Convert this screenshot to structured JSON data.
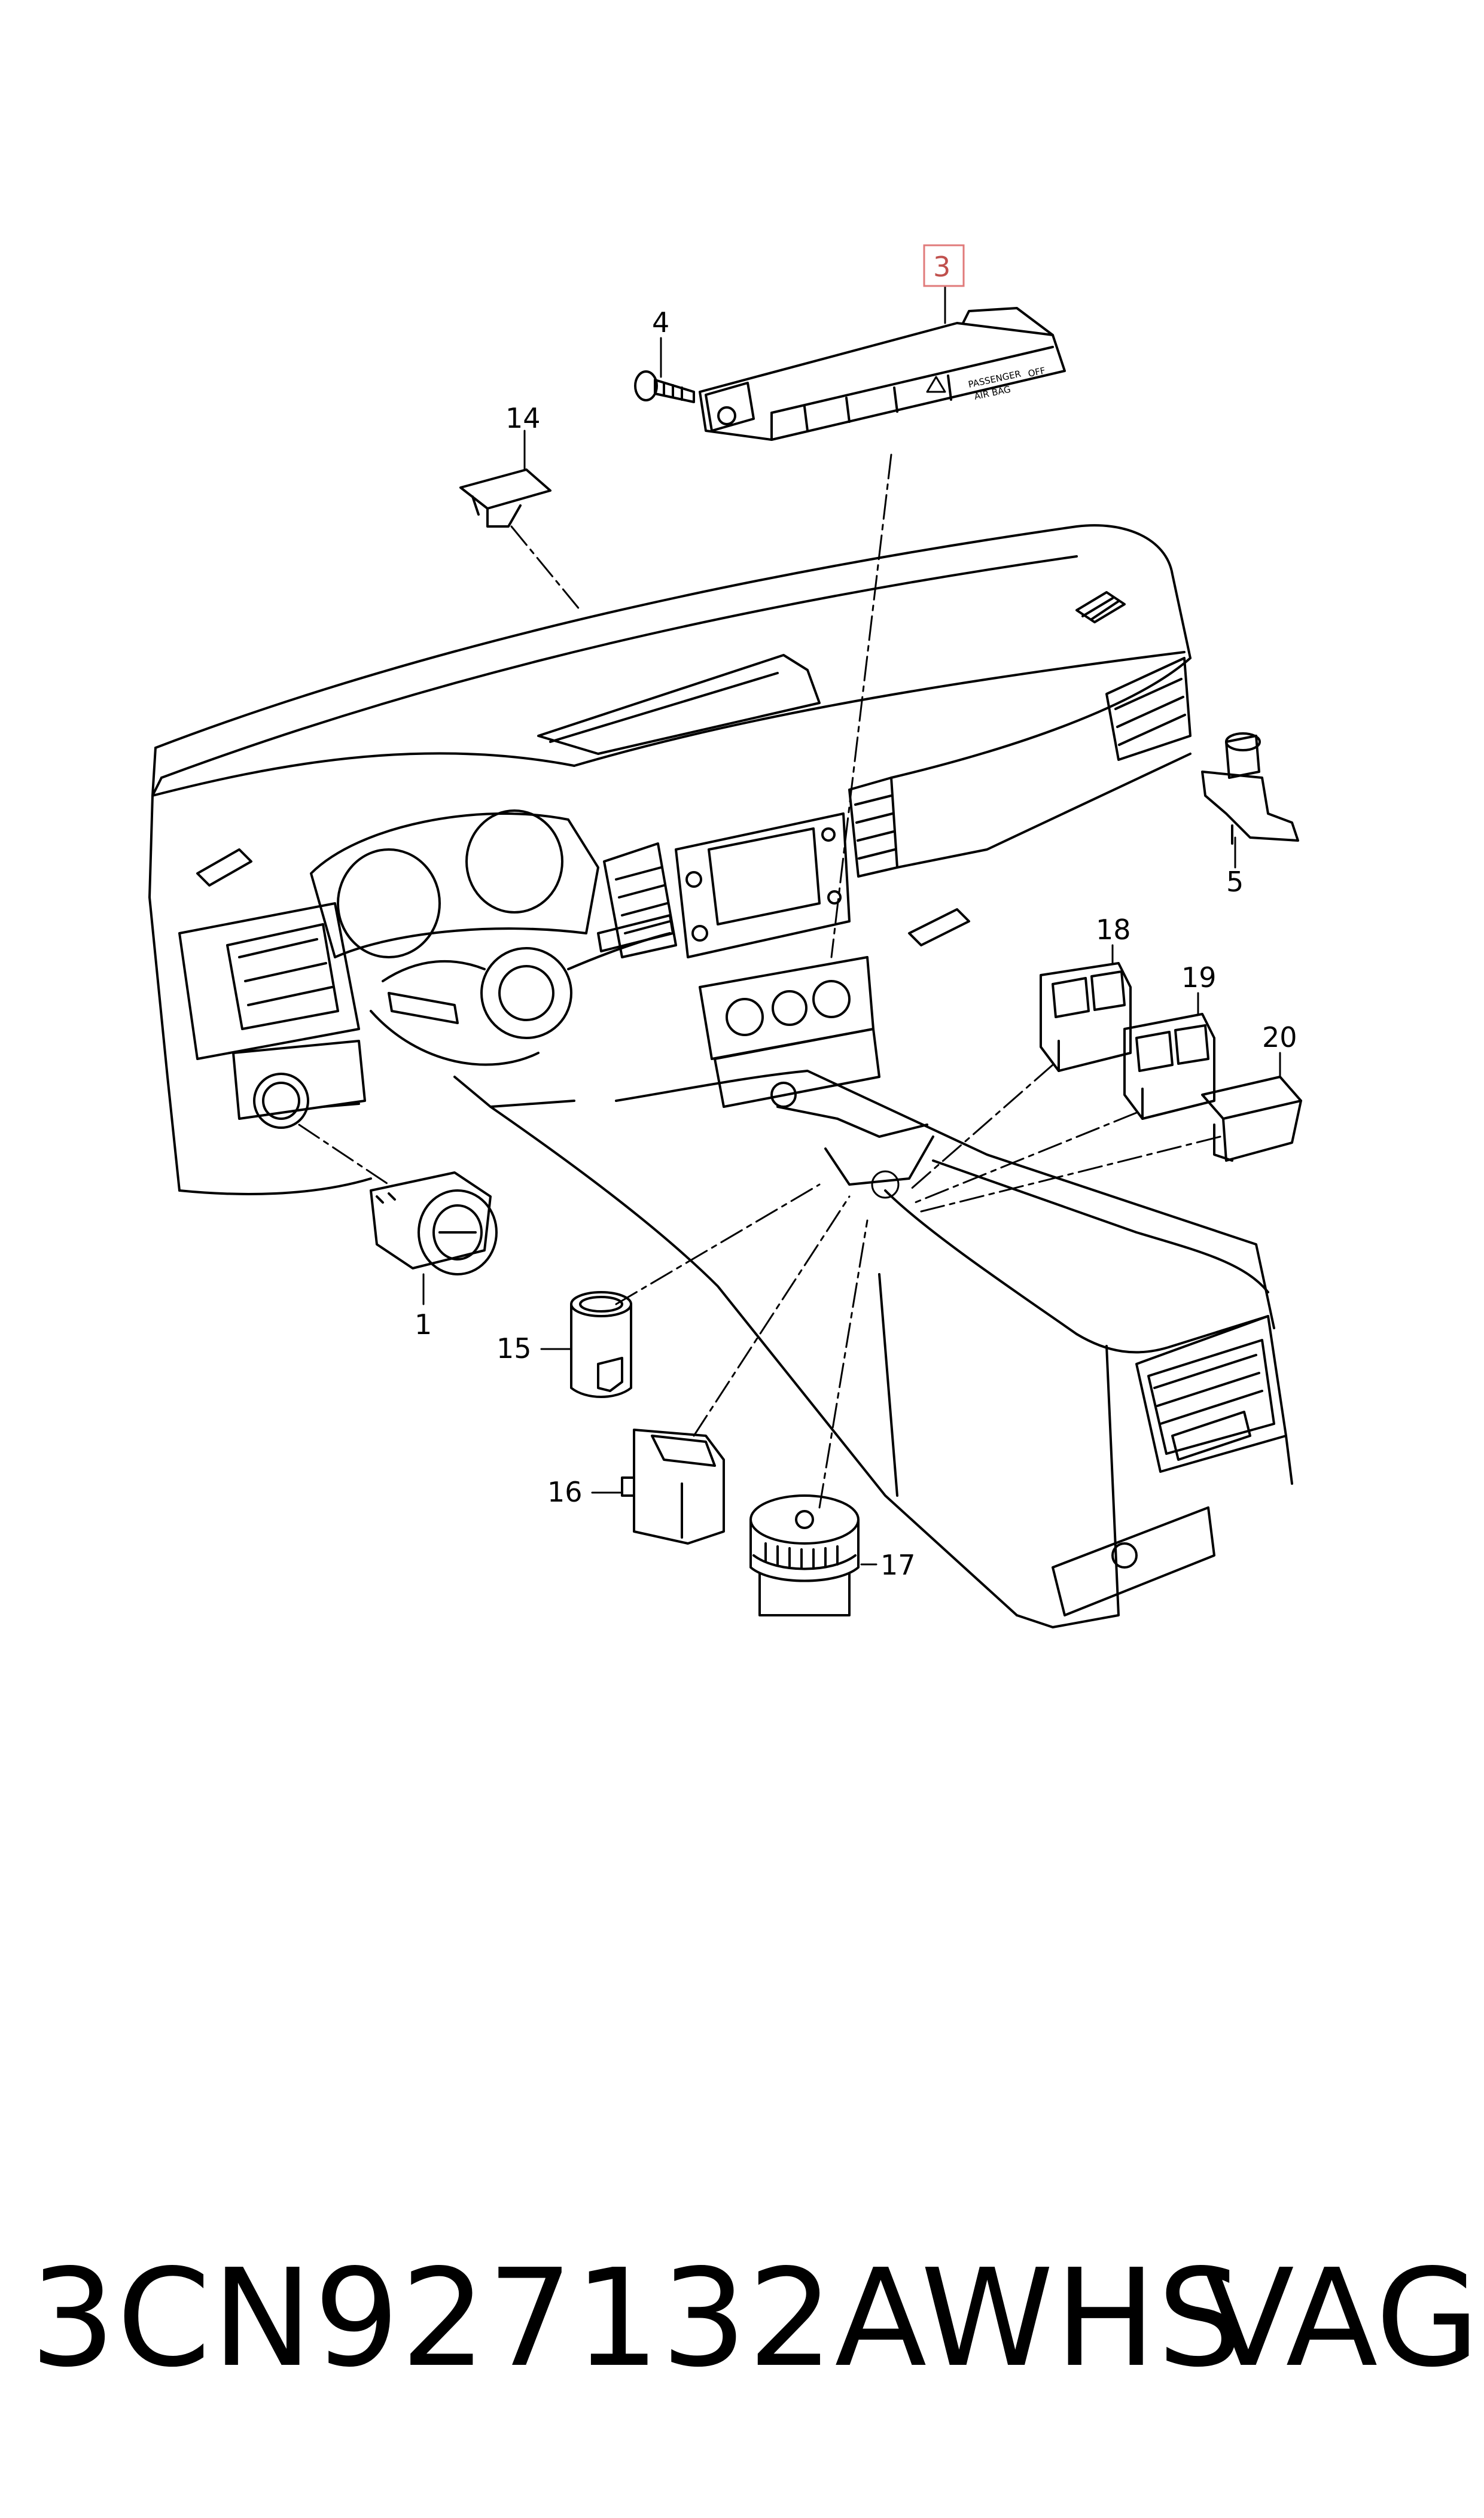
{
  "callouts": {
    "c1": "1",
    "c3": "3",
    "c4": "4",
    "c5": "5",
    "c14": "14",
    "c15": "15",
    "c16": "16",
    "c17": "17",
    "c18": "18",
    "c19": "19",
    "c20": "20"
  },
  "highlighted_callout": "3",
  "highlight_color": "#e07a7a",
  "switch_panel_text": {
    "passenger": "PASSENGER",
    "airbag": "AIR BAG",
    "off": "OFF"
  },
  "footer": {
    "part_number": "3CN927132AWHS",
    "brand": "VAG"
  }
}
